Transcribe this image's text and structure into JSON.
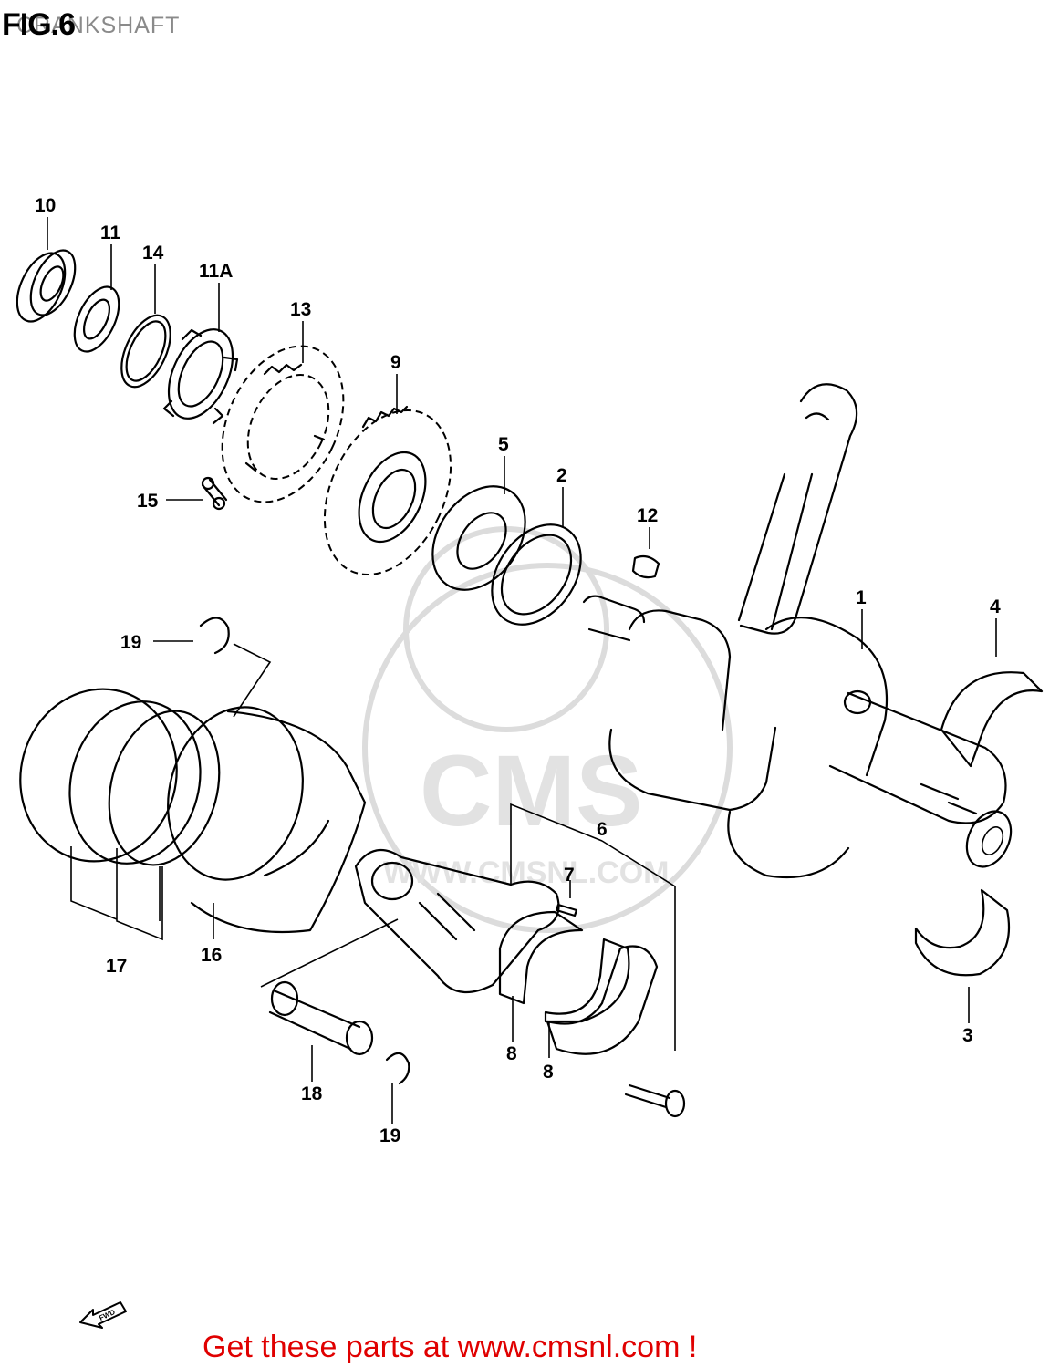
{
  "header": {
    "figure": "FIG.6",
    "subtitle": "CRANKSHAFT"
  },
  "watermark": {
    "brand": "CMS",
    "url": "WWW.CMSNL.COM"
  },
  "callouts": [
    {
      "id": "c10",
      "label": "10"
    },
    {
      "id": "c11",
      "label": "11"
    },
    {
      "id": "c14",
      "label": "14"
    },
    {
      "id": "c11a",
      "label": "11A"
    },
    {
      "id": "c13",
      "label": "13"
    },
    {
      "id": "c9",
      "label": "9"
    },
    {
      "id": "c5",
      "label": "5"
    },
    {
      "id": "c2",
      "label": "2"
    },
    {
      "id": "c12",
      "label": "12"
    },
    {
      "id": "c15",
      "label": "15"
    },
    {
      "id": "c1",
      "label": "1"
    },
    {
      "id": "c4",
      "label": "4"
    },
    {
      "id": "c19a",
      "label": "19"
    },
    {
      "id": "c6",
      "label": "6"
    },
    {
      "id": "c7",
      "label": "7"
    },
    {
      "id": "c17",
      "label": "17"
    },
    {
      "id": "c16",
      "label": "16"
    },
    {
      "id": "c3",
      "label": "3"
    },
    {
      "id": "c8a",
      "label": "8"
    },
    {
      "id": "c8b",
      "label": "8"
    },
    {
      "id": "c18",
      "label": "18"
    },
    {
      "id": "c19b",
      "label": "19"
    }
  ],
  "fwd_label": "FWD",
  "footer": "Get these parts at www.cmsnl.com !",
  "colors": {
    "line": "#000000",
    "footer": "#e00000",
    "watermark": "#dcdcdc",
    "subtitle": "#8a8a8a"
  }
}
